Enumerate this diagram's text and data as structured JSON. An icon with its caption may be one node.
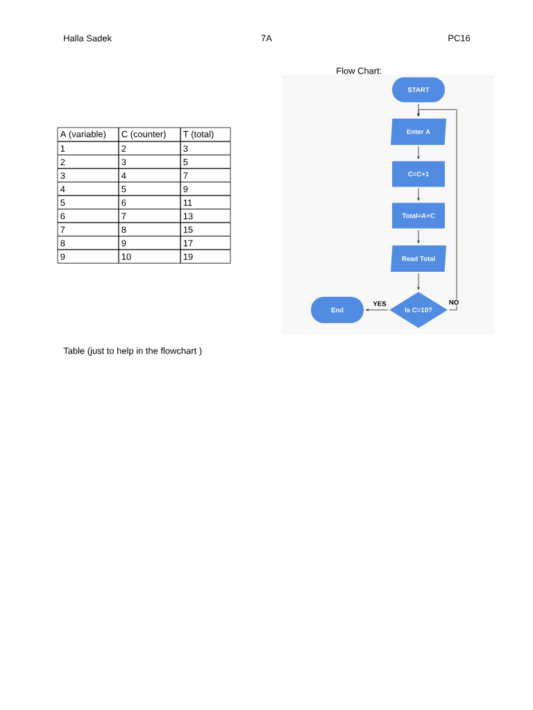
{
  "diagram": {
    "nodes": [
      {
        "text": [
          "START"
        ]
      },
      {
        "text": [
          "Enter A"
        ]
      },
      {
        "text": [
          "C=C+1"
        ]
      },
      {
        "text": [
          "Total=A+C"
        ]
      },
      {
        "text": [
          "Read Total"
        ]
      },
      {
        "text": [
          "Is C=10?"
        ]
      },
      {
        "text": [
          "End"
        ]
      }
    ],
    "edges": [
      {
        "from": 0,
        "to": 1,
        "arrow": "to"
      },
      {
        "from": 1,
        "to": 2,
        "arrow": "to"
      },
      {
        "from": 2,
        "to": 3,
        "arrow": "to"
      },
      {
        "from": 3,
        "to": 4,
        "arrow": "to"
      },
      {
        "from": 4,
        "to": 5,
        "arrow": "to"
      },
      {
        "from": 5,
        "to": 6,
        "arrow": "to",
        "label": "YES"
      },
      {
        "from": 5,
        "to": 1,
        "arrow": "to",
        "label": "NO"
      }
    ],
    "labels": [
      "Halla Sadek",
      "7A",
      "PC16",
      "Flow Chart:",
      "A (variable)",
      "C (counter)",
      "T (total)",
      "1",
      "2",
      "3",
      "2",
      "3",
      "5",
      "3",
      "4",
      "7",
      "4",
      "5",
      "9",
      "5",
      "6",
      "11",
      "6",
      "7",
      "13",
      "7",
      "8",
      "15",
      "8",
      "9",
      "17",
      "9",
      "10",
      "19",
      "Table (just to help in the flowchart )"
    ]
  }
}
